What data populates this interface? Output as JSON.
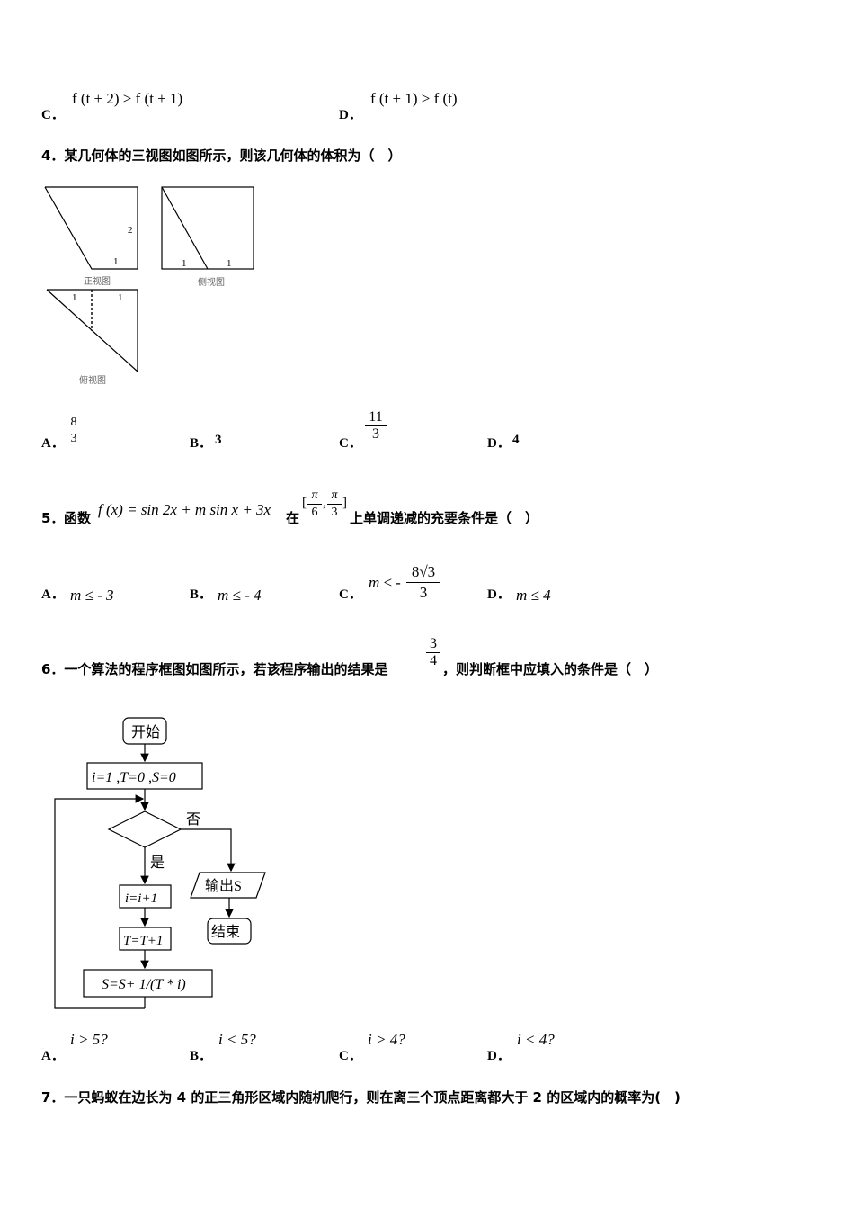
{
  "q3": {
    "c_label": "C．",
    "c_expr": "f (t + 2) > f (t + 1)",
    "d_label": "D．",
    "d_expr": "f (t + 1) > f (t)"
  },
  "q4": {
    "stem": "4．某几何体的三视图如图所示，则该几何体的体积为（　）",
    "figure": {
      "front_caption": "正视图",
      "side_caption": "侧视图",
      "top_caption": "俯视图",
      "front_h": "2",
      "front_b": "1",
      "side_l": "1",
      "side_r": "1",
      "top_l": "1",
      "top_r": "1"
    },
    "options": [
      {
        "label": "A．",
        "num": "8",
        "den": "3"
      },
      {
        "label": "B．",
        "text": "3"
      },
      {
        "label": "C．",
        "num": "11",
        "den": "3"
      },
      {
        "label": "D．",
        "text": "4"
      }
    ]
  },
  "q5": {
    "num": "5．",
    "prefix": "函数",
    "func": "f (x) = sin 2x + m sin x + 3x",
    "mid": "在",
    "interval": {
      "a_num": "π",
      "a_den": "6",
      "b_num": "π",
      "b_den": "3"
    },
    "suffix": "上单调递减的充要条件是（　）",
    "options": [
      {
        "label": "A．",
        "expr": "m ≤ - 3"
      },
      {
        "label": "B．",
        "expr": "m ≤ - 4"
      },
      {
        "label": "C．",
        "expr": "m ≤ -",
        "num": "8√3",
        "den": "3"
      },
      {
        "label": "D．",
        "expr": "m ≤ 4"
      }
    ]
  },
  "q6": {
    "prefix": "6．一个算法的程序框图如图所示，若该程序输出的结果是",
    "result_num": "3",
    "result_den": "4",
    "suffix": "，则判断框中应填入的条件是（　）",
    "flow": {
      "start": "开始",
      "init": "i=1 ,T=0 ,S=0",
      "no": "否",
      "yes": "是",
      "output": "输出S",
      "end": "结束",
      "step1": "i=i+1",
      "step2": "T=T+1",
      "step3": "S=S+ 1/(T * i)"
    },
    "options": [
      {
        "label": "A．",
        "expr": "i > 5?"
      },
      {
        "label": "B．",
        "expr": "i < 5?"
      },
      {
        "label": "C．",
        "expr": "i > 4?"
      },
      {
        "label": "D．",
        "expr": "i < 4?"
      }
    ]
  },
  "q7": {
    "stem": "7．一只蚂蚁在边长为 4 的正三角形区域内随机爬行，则在离三个顶点距离都大于 2 的区域内的概率为(　)"
  }
}
